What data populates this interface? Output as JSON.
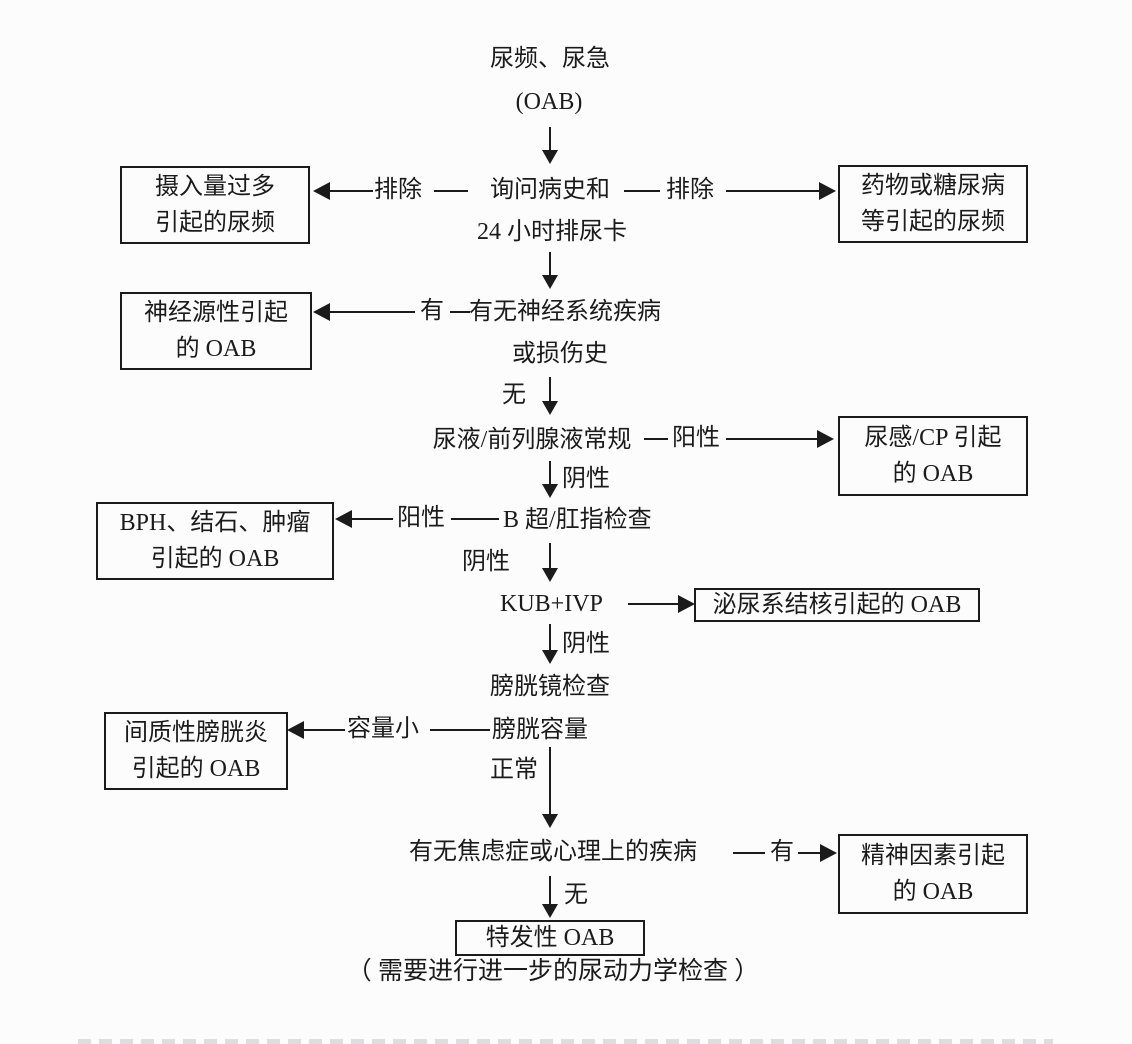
{
  "diagram": {
    "title": {
      "line1": "尿频、尿急",
      "line2": "(OAB)"
    },
    "steps": {
      "history": {
        "line1": "询问病史和",
        "line2": "24 小时排尿卡"
      },
      "neuro": {
        "line1": "有无神经系统疾病",
        "line2": "或损伤史"
      },
      "urinalysis": "尿液/前列腺液常规",
      "ultrasound_dre": "B 超/肛指检查",
      "kub_ivp": "KUB+IVP",
      "cystoscopy": "膀胱镜检查",
      "bladder_capacity": "膀胱容量",
      "anxiety": "有无焦虑症或心理上的疾病"
    },
    "outcomes": {
      "intake": {
        "line1": "摄入量过多",
        "line2": "引起的尿频"
      },
      "drug_diabetes": {
        "line1": "药物或糖尿病",
        "line2": "等引起的尿频"
      },
      "neurogenic": {
        "line1": "神经源性引起",
        "line2": "的 OAB"
      },
      "infection_cp": {
        "line1": "尿感/CP 引起",
        "line2": "的 OAB"
      },
      "bph_stone_tumor": {
        "line1": "BPH、结石、肿瘤",
        "line2": "引起的 OAB"
      },
      "urinary_tb": "泌尿系结核引起的 OAB",
      "interstitial_cystitis": {
        "line1": "间质性膀胱炎",
        "line2": "引起的 OAB"
      },
      "psychogenic": {
        "line1": "精神因素引起",
        "line2": "的 OAB"
      },
      "idiopathic": "特发性 OAB"
    },
    "labels": {
      "exclude_left": "排除",
      "exclude_right": "排除",
      "has_neuro": "有",
      "no_neuro": "无",
      "urine_positive": "阳性",
      "urine_negative": "阴性",
      "us_positive": "阳性",
      "us_negative": "阴性",
      "kub_negative": "阴性",
      "capacity_small": "容量小",
      "capacity_normal": "正常",
      "anxiety_yes": "有",
      "anxiety_no": "无"
    },
    "footnote": "（ 需要进行进一步的尿动力学检查 ）",
    "colors": {
      "ink": "#1b1b1b",
      "background": "#fcfcfd"
    }
  }
}
